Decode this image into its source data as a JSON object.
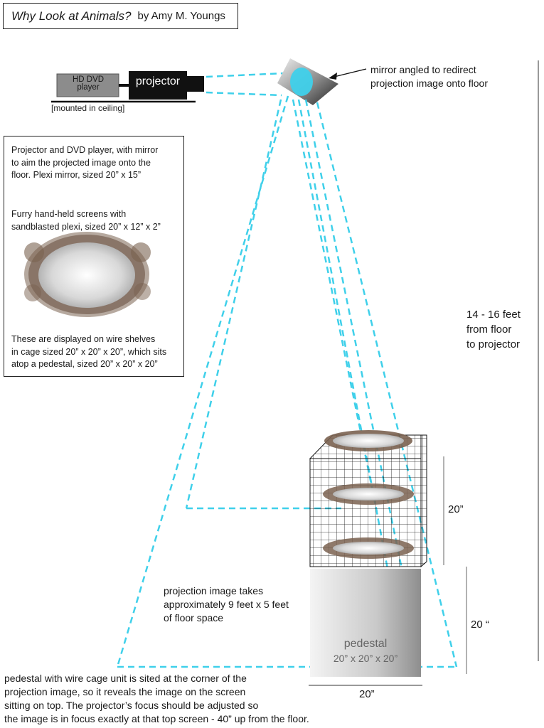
{
  "header": {
    "title": "Why Look at Animals?",
    "author": "by Amy M. Youngs"
  },
  "devices": {
    "dvd_line1": "HD DVD",
    "dvd_line2": "player",
    "projector": "projector",
    "mounted": "[mounted in ceiling]"
  },
  "mirror_label": {
    "line1": "mirror angled to redirect",
    "line2": "projection image onto floor"
  },
  "info": {
    "p1": [
      "Projector and DVD player, with mirror",
      "to aim the projected image onto the",
      "floor. Plexi mirror, sized 20” x 15”"
    ],
    "p2": [
      "Furry hand-held screens with",
      "sandblasted plexi, sized 20” x 12” x 2”"
    ],
    "p3": [
      "These are displayed on wire shelves",
      "in cage sized 20” x 20” x 20”, which sits",
      "atop a pedestal, sized 20” x 20” x 20”"
    ]
  },
  "height_label": [
    "14 - 16 feet",
    "from floor",
    "to projector"
  ],
  "cage_dim": "20”",
  "pedestal_dim": "20 “",
  "base_dim": "20”",
  "floor_label": [
    "projection image takes",
    "approximately 9 feet x 5 feet",
    "of floor space"
  ],
  "pedestal": {
    "name": "pedestal",
    "size": "20” x 20” x 20”"
  },
  "footer": [
    "pedestal with wire cage unit is sited at the corner of the",
    "projection image, so it reveals the image on the screen",
    "sitting on top.  The projector’s focus  should be adjusted so",
    "the image is in focus  exactly at that top screen - 40” up from the floor."
  ],
  "colors": {
    "beam": "#3fd0ea",
    "fur": "#7a6250",
    "outline": "#222222"
  }
}
